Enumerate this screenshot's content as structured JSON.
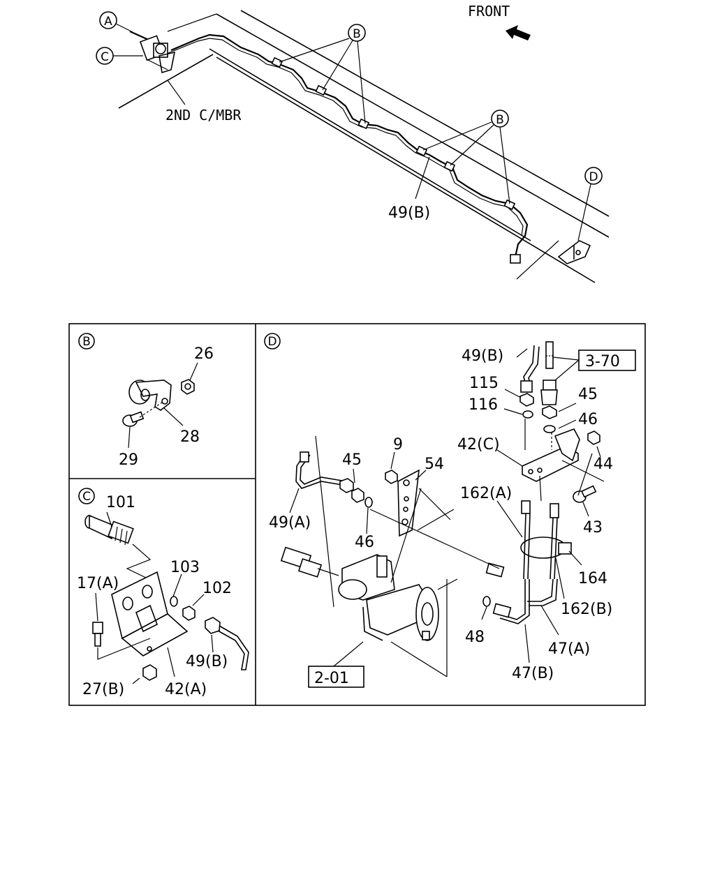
{
  "top_view": {
    "front_label": "FRONT",
    "member_label": "2ND C/MBR",
    "callouts": {
      "a": "A",
      "b1": "B",
      "b2": "B",
      "c": "C",
      "d": "D"
    },
    "pipe_label": "49(B)"
  },
  "panel_b": {
    "title": "B",
    "labels": {
      "p26": "26",
      "p28": "28",
      "p29": "29"
    }
  },
  "panel_c": {
    "title": "C",
    "labels": {
      "p101": "101",
      "p103": "103",
      "p102": "102",
      "p17a": "17(A)",
      "p49b": "49(B)",
      "p27b": "27(B)",
      "p42a": "42(A)"
    }
  },
  "panel_d": {
    "title": "D",
    "labels": {
      "p49b": "49(B)",
      "p115": "115",
      "p116": "116",
      "p45a": "45",
      "p46a": "46",
      "p42c": "42(C)",
      "p44": "44",
      "p9": "9",
      "p54": "54",
      "p45b": "45",
      "p49a": "49(A)",
      "p46b": "46",
      "p162a": "162(A)",
      "p43": "43",
      "p164": "164",
      "p162b": "162(B)",
      "p48": "48",
      "p47a": "47(A)",
      "p47b": "47(B)"
    },
    "refs": {
      "r370": "3-70",
      "r201": "2-01"
    }
  }
}
